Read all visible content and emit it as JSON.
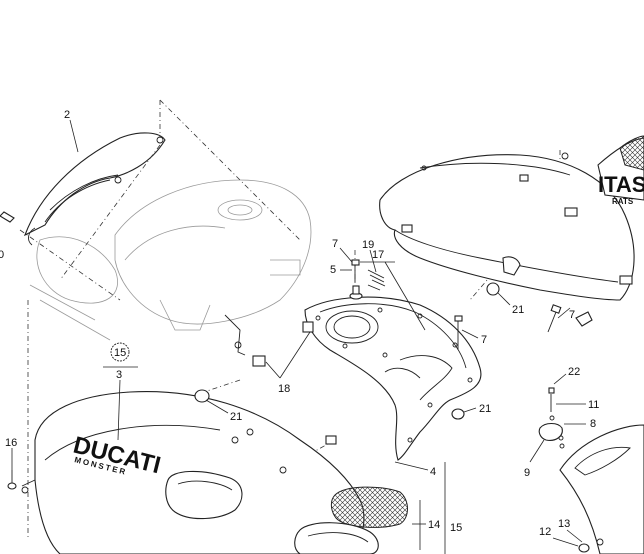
{
  "diagram": {
    "callouts": {
      "c2": "2",
      "c0": "0",
      "c15a": "15",
      "c3": "3",
      "c16": "16",
      "c21a": "21",
      "c18": "18",
      "c7a": "7",
      "c5": "5",
      "c19": "19",
      "c17": "17",
      "c7b": "7",
      "c21b": "21",
      "c21c": "21",
      "c7c": "7",
      "c4": "4",
      "c14": "14",
      "c15b": "15",
      "c22": "22",
      "c11": "11",
      "c8": "8",
      "c9": "9",
      "c12": "12",
      "c13": "13"
    },
    "logos": {
      "brand": "DUCATI",
      "model": "MONSTER",
      "side_panel_text": "ITAS",
      "side_panel_sub": "RATS"
    }
  }
}
